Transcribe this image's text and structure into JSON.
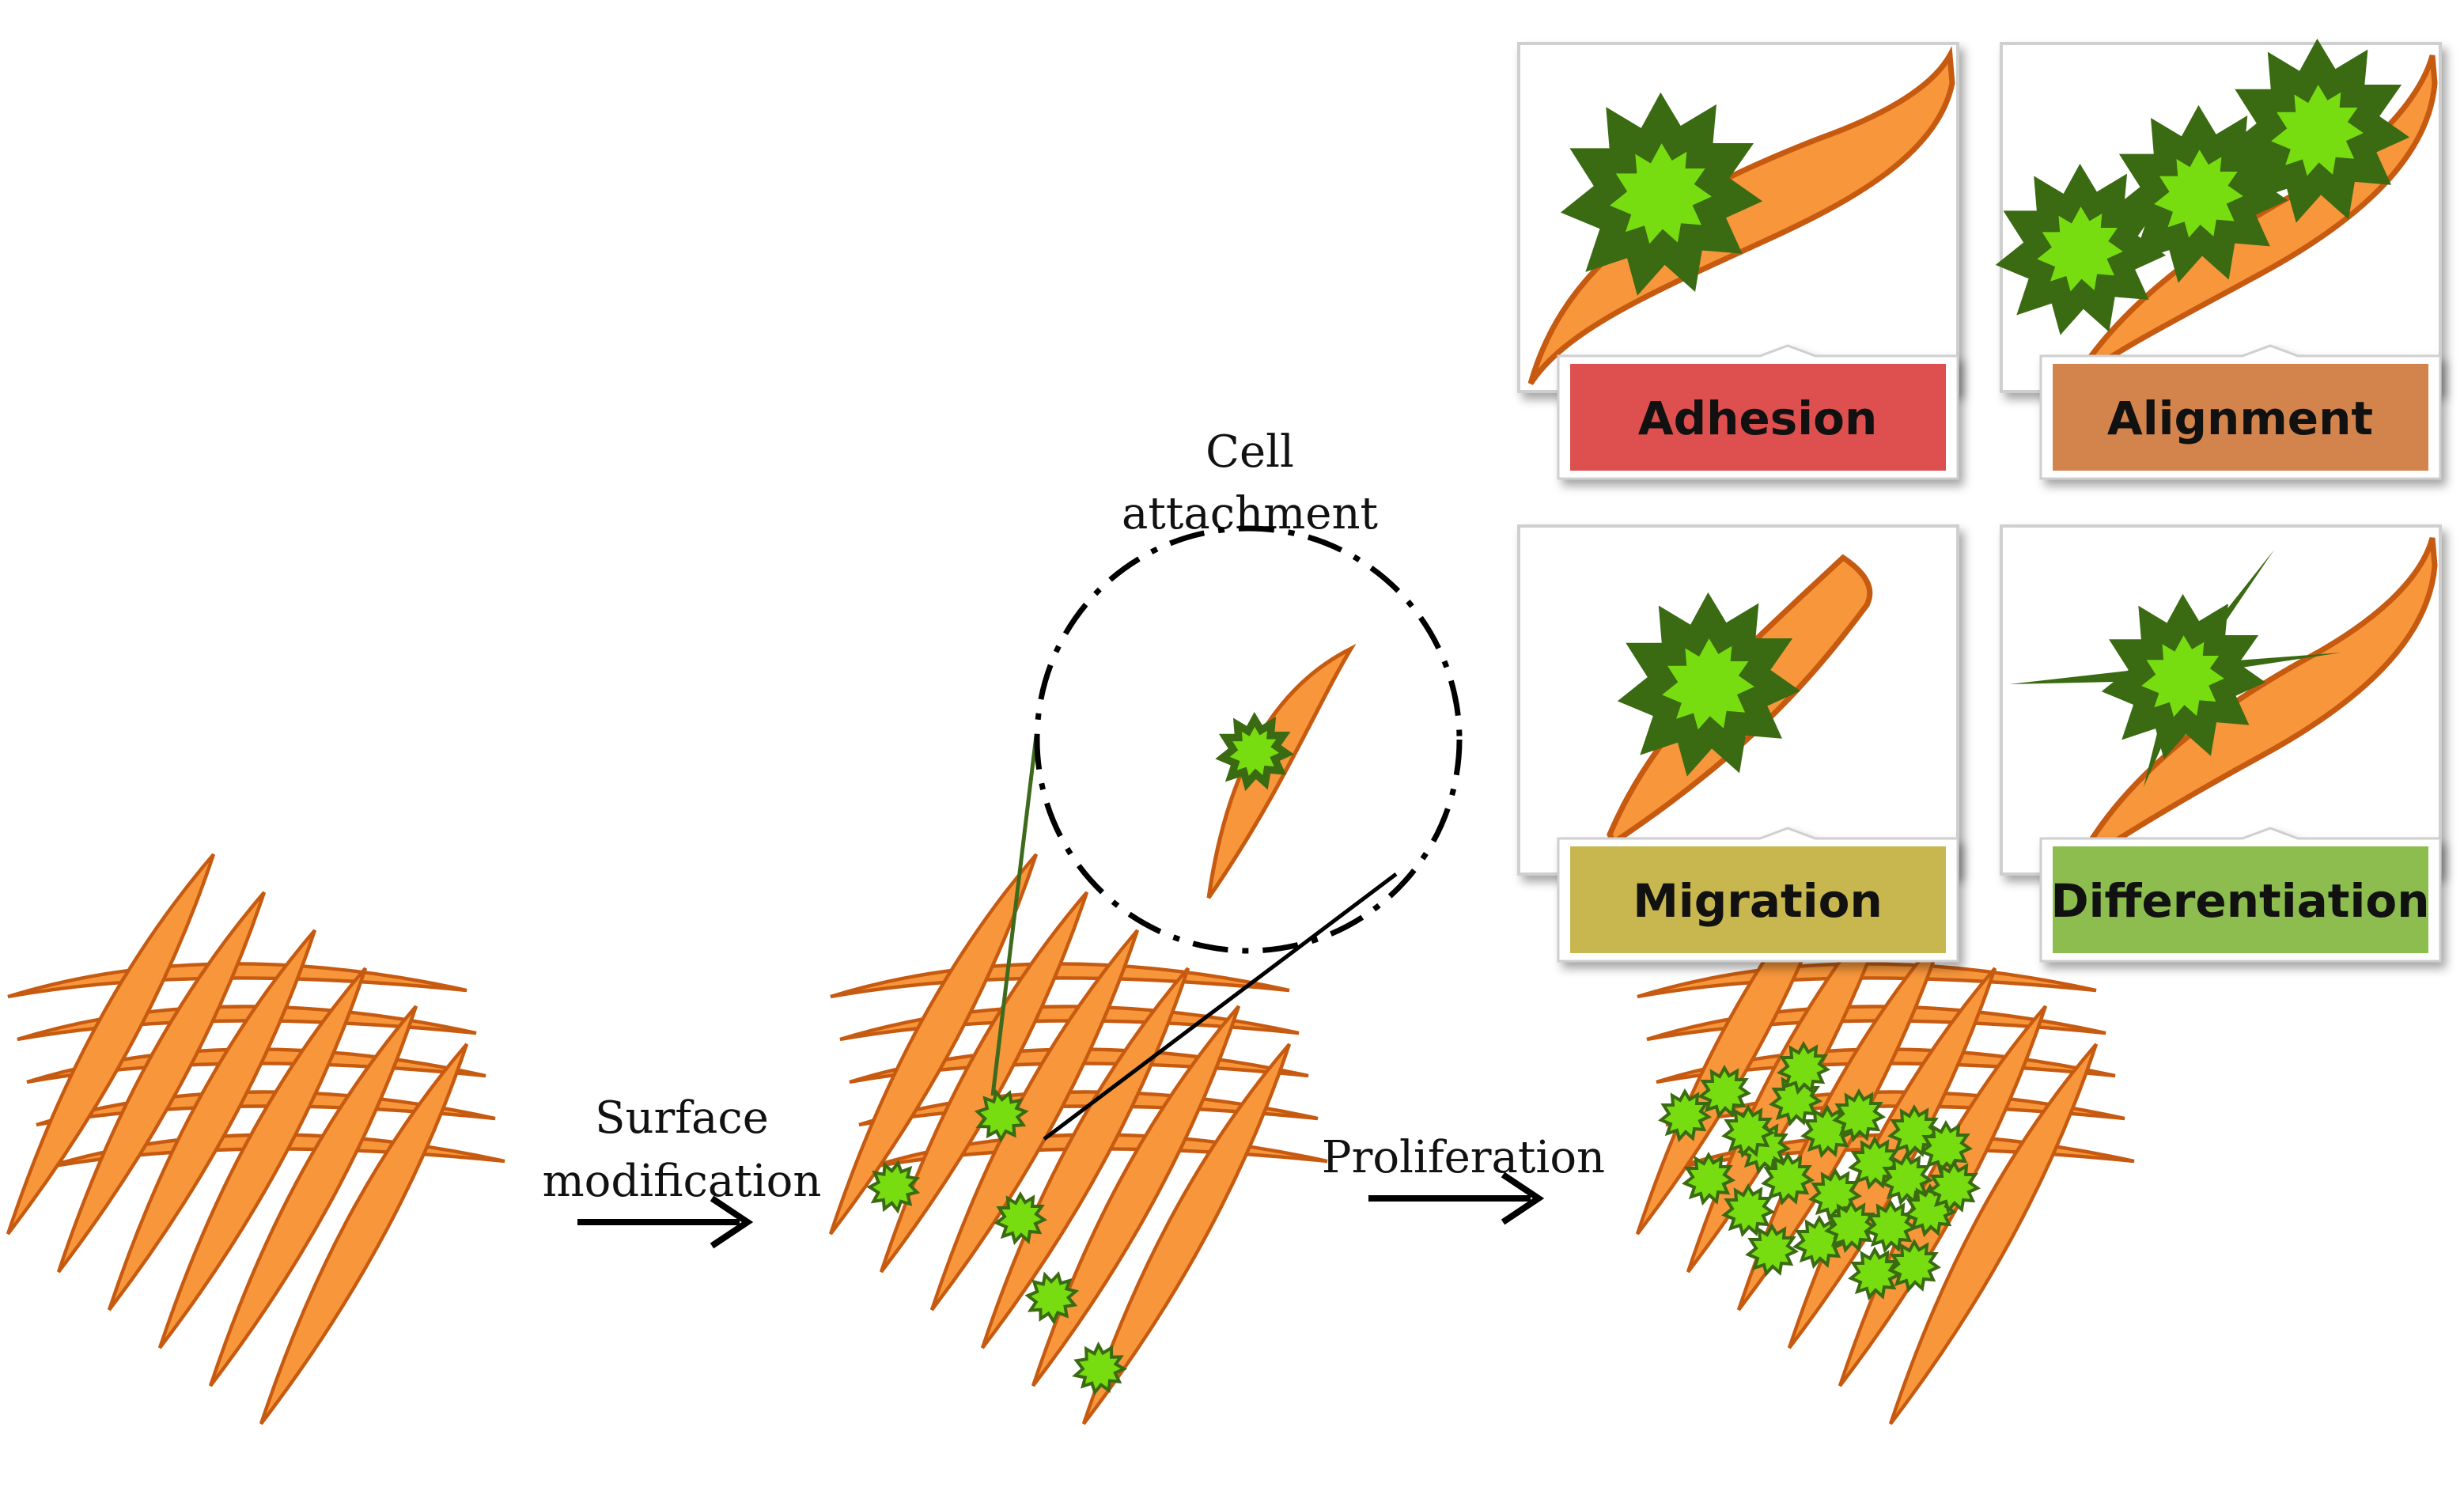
{
  "labels": {
    "surface_line1": "Surface",
    "surface_line2": "modification",
    "proliferation": "Proliferation",
    "cell_line1": "Cell",
    "cell_line2": "attachment"
  },
  "panels": [
    {
      "label": "Adhesion",
      "color": "#de4f4f"
    },
    {
      "label": "Alignment",
      "color": "#d3844d"
    },
    {
      "label": "Migration",
      "color": "#c8b74f"
    },
    {
      "label": "Differentiation",
      "color": "#8dbd4f"
    }
  ],
  "colors": {
    "fiber_fill": "#f7963b",
    "fiber_stroke": "#c65a10",
    "cell_fill": "#77dd11",
    "cell_stroke": "#3a6a12",
    "arrow": "#000000"
  }
}
